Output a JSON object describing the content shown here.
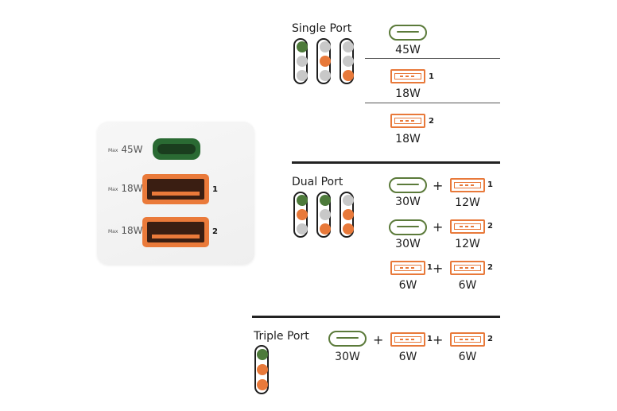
{
  "charger": {
    "ports": [
      {
        "max": "Max",
        "watt": "45W",
        "num": ""
      },
      {
        "max": "Max",
        "watt": "18W",
        "num": "1"
      },
      {
        "max": "Max",
        "watt": "18W",
        "num": "2"
      }
    ]
  },
  "colors": {
    "green": "#4d7a3a",
    "orange": "#e8793a",
    "inactive": "#c8c8c8",
    "text": "#1e1e1e"
  },
  "single": {
    "heading": "Single Port",
    "indicators": [
      [
        "green",
        "gray",
        "gray"
      ],
      [
        "gray",
        "orange",
        "gray"
      ],
      [
        "gray",
        "gray",
        "orange"
      ]
    ],
    "rows": [
      {
        "port": "usb-c",
        "num": "",
        "watt": "45W"
      },
      {
        "port": "usb-a",
        "num": "1",
        "watt": "18W"
      },
      {
        "port": "usb-a",
        "num": "2",
        "watt": "18W"
      }
    ]
  },
  "dual": {
    "heading": "Dual Port",
    "indicators": [
      [
        "green",
        "orange",
        "gray"
      ],
      [
        "green",
        "gray",
        "orange"
      ],
      [
        "gray",
        "orange",
        "orange"
      ]
    ],
    "rows": [
      {
        "left_num": "",
        "left_watt": "30W",
        "plus": "+",
        "right_num": "1",
        "right_watt": "12W"
      },
      {
        "left_num": "",
        "left_watt": "30W",
        "plus": "+",
        "right_num": "2",
        "right_watt": "12W"
      },
      {
        "left_num": "1",
        "left_watt": "6W",
        "plus": "+",
        "right_num": "2",
        "right_watt": "6W"
      }
    ]
  },
  "triple": {
    "heading": "Triple Port",
    "indicators": [
      [
        "green",
        "orange",
        "orange"
      ]
    ],
    "row": {
      "c_watt": "30W",
      "plus1": "+",
      "a1_num": "1",
      "a1_watt": "6W",
      "plus2": "+",
      "a2_num": "2",
      "a2_watt": "6W"
    }
  }
}
